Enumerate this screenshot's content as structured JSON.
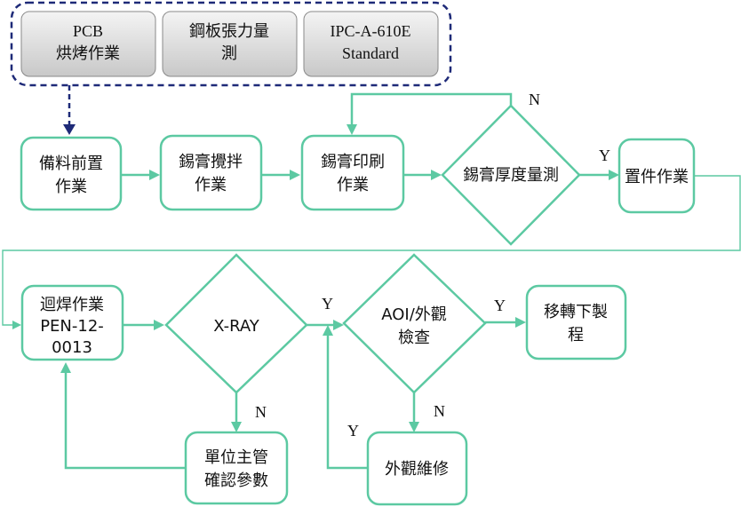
{
  "prep": [
    {
      "id": "pcb-bake",
      "lines": [
        "PCB",
        "烘烤作業"
      ]
    },
    {
      "id": "stencil-tension",
      "lines": [
        "鋼板張力量",
        "測"
      ]
    },
    {
      "id": "ipc-standard",
      "lines": [
        "IPC-A-610E",
        "Standard"
      ]
    }
  ],
  "nodes": [
    {
      "id": "material-prep",
      "shape": "rect",
      "lines": [
        "備料前置",
        "作業"
      ]
    },
    {
      "id": "paste-stir",
      "shape": "rect",
      "lines": [
        "錫膏攪拌",
        "作業"
      ]
    },
    {
      "id": "paste-print",
      "shape": "rect",
      "lines": [
        "錫膏印刷",
        "作業"
      ]
    },
    {
      "id": "paste-thickness",
      "shape": "diamond",
      "lines": [
        "錫膏厚度量測"
      ]
    },
    {
      "id": "placement",
      "shape": "rect",
      "lines": [
        "置件作業"
      ]
    },
    {
      "id": "reflow",
      "shape": "rect",
      "lines": [
        "迴焊作業",
        "PEN-12-",
        "0013"
      ]
    },
    {
      "id": "xray",
      "shape": "diamond",
      "lines": [
        "X-RAY"
      ]
    },
    {
      "id": "aoi",
      "shape": "diamond",
      "lines": [
        "AOI/外觀",
        "檢查"
      ]
    },
    {
      "id": "transfer",
      "shape": "rect",
      "lines": [
        "移轉下製",
        "程"
      ]
    },
    {
      "id": "unit-confirm",
      "shape": "rect",
      "lines": [
        "單位主管",
        "確認參數"
      ]
    },
    {
      "id": "repair",
      "shape": "rect",
      "lines": [
        "外觀維修"
      ]
    }
  ],
  "edge_labels": [
    {
      "id": "thickness-no",
      "text": "N"
    },
    {
      "id": "thickness-yes",
      "text": "Y"
    },
    {
      "id": "xray-yes",
      "text": "Y"
    },
    {
      "id": "xray-no",
      "text": "N"
    },
    {
      "id": "aoi-yes",
      "text": "Y"
    },
    {
      "id": "aoi-no",
      "text": "N"
    },
    {
      "id": "repair-yes",
      "text": "Y"
    }
  ],
  "colors": {
    "accent": "#5cc9a2",
    "group_border": "#1e2a78",
    "prep_fill_top": "#f2f2f2",
    "prep_fill_bottom": "#c9c9c9"
  }
}
